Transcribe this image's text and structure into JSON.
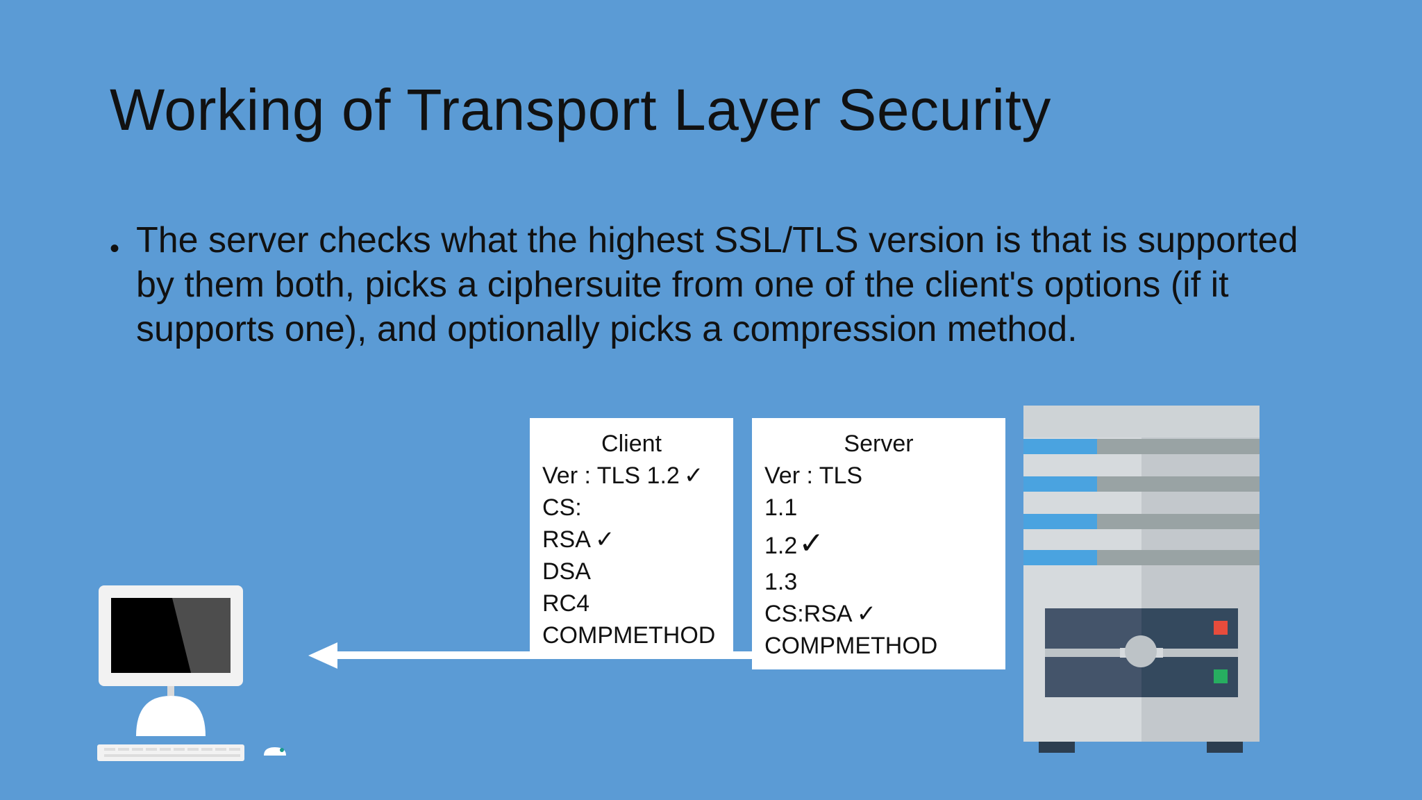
{
  "slide": {
    "title": "Working of Transport Layer Security",
    "bullet": "The server checks what the highest SSL/TLS version is that is supported by them both, picks a ciphersuite from one of the client's options (if it supports one), and optionally picks a compression method."
  },
  "client": {
    "heading": "Client",
    "lines": [
      {
        "text": "Ver : TLS 1.2",
        "check": "✓"
      },
      {
        "text": "CS:",
        "check": ""
      },
      {
        "text": "RSA",
        "check": "✓"
      },
      {
        "text": "DSA",
        "check": ""
      },
      {
        "text": "RC4",
        "check": ""
      },
      {
        "text": "COMPMETHOD",
        "check": ""
      }
    ]
  },
  "server": {
    "heading": "Server",
    "lines": [
      {
        "text": "Ver : TLS",
        "check": ""
      },
      {
        "text": "1.1",
        "check": ""
      },
      {
        "text": "1.2",
        "check": "✓"
      },
      {
        "text": "1.3",
        "check": ""
      },
      {
        "text": "CS:RSA",
        "check": "✓"
      },
      {
        "text": "COMPMETHOD",
        "check": ""
      }
    ]
  },
  "icons": {
    "client_computer": "desktop-computer-icon",
    "server_tower": "server-tower-icon",
    "arrow": "left-arrow-icon"
  },
  "colors": {
    "background": "#5b9bd5",
    "box": "#ffffff",
    "text": "#111111",
    "server_led_red": "#e74c3c",
    "server_led_green": "#27ae60",
    "server_bay_blue": "#4aa3e0"
  }
}
